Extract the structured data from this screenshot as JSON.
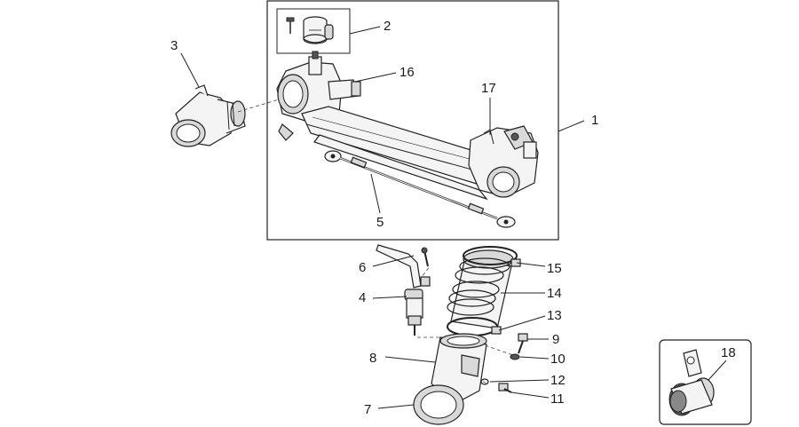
{
  "diagram": {
    "callouts": [
      {
        "id": "c1",
        "text": "1"
      },
      {
        "id": "c2",
        "text": "2"
      },
      {
        "id": "c3",
        "text": "3"
      },
      {
        "id": "c4",
        "text": "4"
      },
      {
        "id": "c5",
        "text": "5"
      },
      {
        "id": "c6",
        "text": "6"
      },
      {
        "id": "c7",
        "text": "7"
      },
      {
        "id": "c8",
        "text": "8"
      },
      {
        "id": "c9",
        "text": "9"
      },
      {
        "id": "c10",
        "text": "10"
      },
      {
        "id": "c11",
        "text": "11"
      },
      {
        "id": "c12",
        "text": "12"
      },
      {
        "id": "c13",
        "text": "13"
      },
      {
        "id": "c14",
        "text": "14"
      },
      {
        "id": "c15",
        "text": "15"
      },
      {
        "id": "c16",
        "text": "16"
      },
      {
        "id": "c17",
        "text": "17"
      },
      {
        "id": "c18",
        "text": "18"
      }
    ],
    "colors": {
      "line": "#222222",
      "fill": "#f4f4f4",
      "shade": "#d9d9d9",
      "dark": "#555555"
    }
  }
}
